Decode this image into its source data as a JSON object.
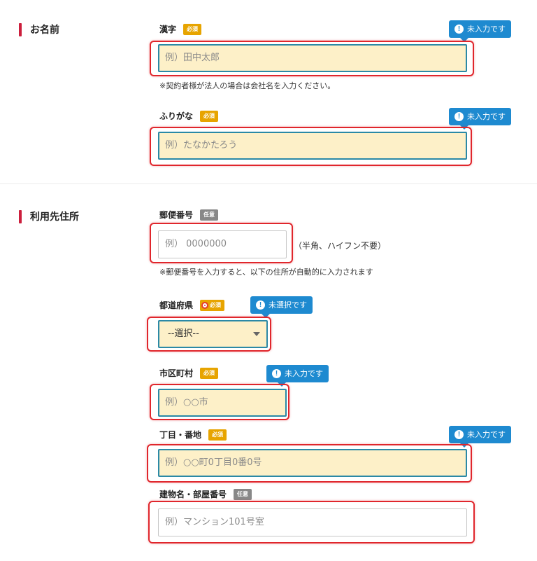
{
  "sections": {
    "name": {
      "title": "お名前"
    },
    "address": {
      "title": "利用先住所"
    }
  },
  "fields": {
    "kanji": {
      "label": "漢字",
      "badge": "必須",
      "placeholder": "例）田中太郎",
      "tooltip": "未入力です",
      "note": "※契約者様が法人の場合は会社名を入力ください。"
    },
    "furigana": {
      "label": "ふりがな",
      "badge": "必須",
      "placeholder": "例）たなかたろう",
      "tooltip": "未入力です"
    },
    "postal": {
      "label": "郵便番号",
      "badge": "任意",
      "placeholder": "例） 0000000",
      "suffix": "（半角、ハイフン不要）",
      "note": "※郵便番号を入力すると、以下の住所が自動的に入力されます"
    },
    "prefecture": {
      "label": "都道府県",
      "badge": "必須",
      "selected": "--選択--",
      "tooltip": "未選択です"
    },
    "city": {
      "label": "市区町村",
      "badge": "必須",
      "placeholder": "例）○○市",
      "tooltip": "未入力です"
    },
    "street": {
      "label": "丁目・番地",
      "badge": "必須",
      "placeholder": "例）○○町0丁目0番0号",
      "tooltip": "未入力です"
    },
    "building": {
      "label": "建物名・部屋番号",
      "badge": "任意",
      "placeholder": "例）マンション101号室"
    }
  },
  "colors": {
    "accent_bar": "#cc1f3d",
    "required_badge": "#e7a400",
    "optional_badge": "#888888",
    "tooltip": "#1e8ad0",
    "input_fill": "#fdf0c8",
    "input_border": "#2b89a6",
    "error_outline": "#e0262c"
  },
  "icons": {
    "tooltip_icon": "exclamation-circle-icon",
    "select_icon": "caret-down-icon"
  }
}
